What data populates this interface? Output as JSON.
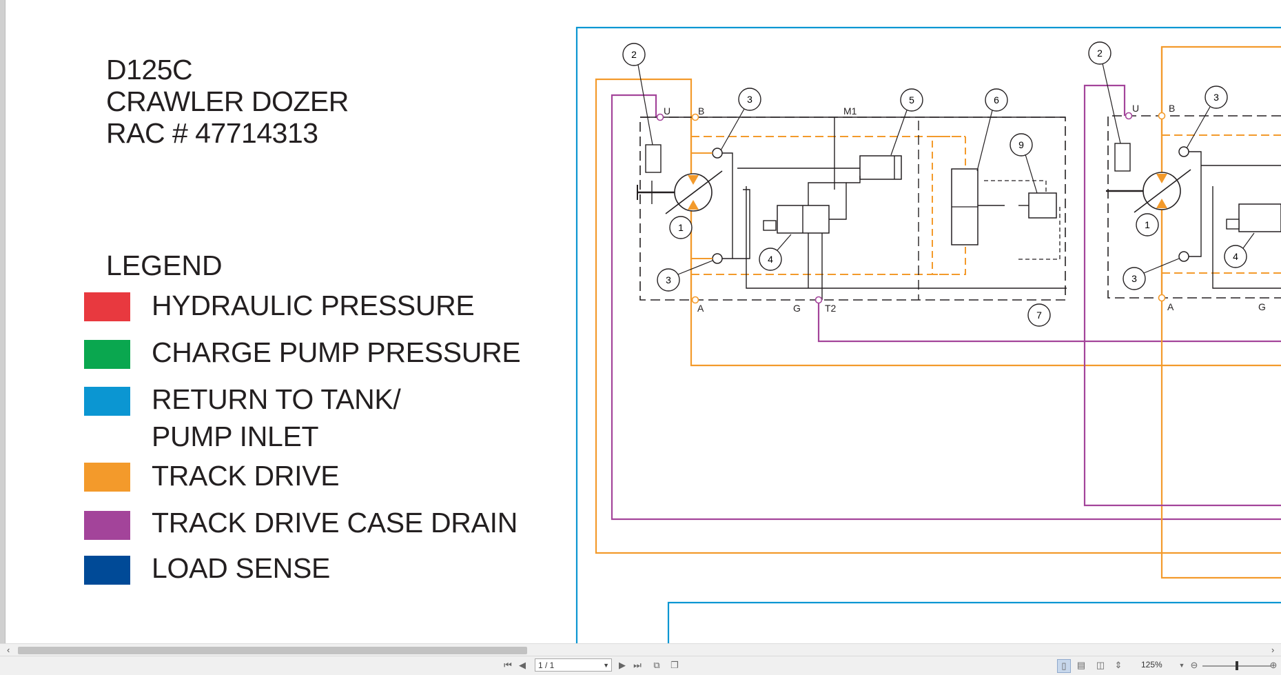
{
  "document": {
    "title_lines": [
      "D125C",
      "CRAWLER DOZER",
      "RAC # 47714313"
    ],
    "legend": {
      "title": "LEGEND",
      "items": [
        {
          "label": "HYDRAULIC PRESSURE",
          "color": "#e8393f"
        },
        {
          "label": "CHARGE PUMP PRESSURE",
          "color": "#0aa74f"
        },
        {
          "label": "RETURN TO TANK/",
          "label2": "PUMP INLET",
          "color": "#0b96d2"
        },
        {
          "label": "TRACK DRIVE",
          "color": "#f39a2b"
        },
        {
          "label": "TRACK DRIVE CASE DRAIN",
          "color": "#a3449a"
        },
        {
          "label": "LOAD SENSE",
          "color": "#004a97"
        }
      ]
    },
    "schematic": {
      "callouts_left": [
        "2",
        "3",
        "5",
        "6",
        "9",
        "1",
        "4",
        "3",
        "7"
      ],
      "callouts_right": [
        "2",
        "3",
        "1",
        "4",
        "3"
      ],
      "port_labels_left": [
        "U",
        "B",
        "M1",
        "A",
        "G",
        "T2"
      ],
      "port_labels_right": [
        "U",
        "B",
        "A",
        "G"
      ]
    }
  },
  "viewer": {
    "page_indicator": "1 / 1",
    "zoom": "125%",
    "icons": [
      "first-page-icon",
      "prev-page-icon",
      "next-page-icon",
      "last-page-icon",
      "single-page-icon",
      "continuous-icon",
      "two-page-icon",
      "fit-icon",
      "zoom-out-icon",
      "zoom-in-icon"
    ]
  }
}
